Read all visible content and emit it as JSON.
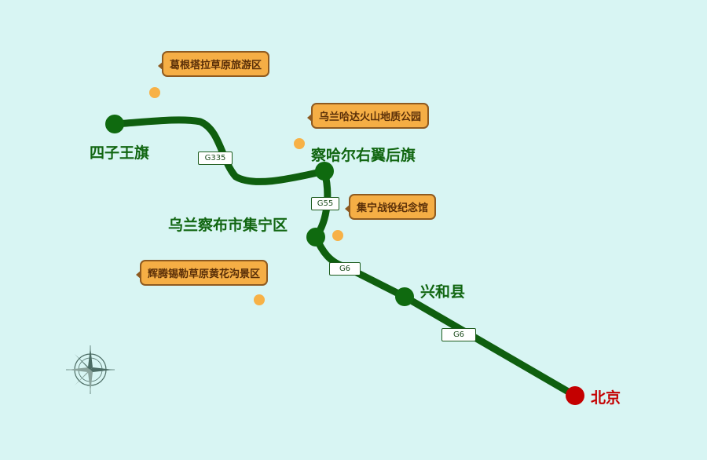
{
  "colors": {
    "background": "#d8f5f3",
    "route": "#0f5f0f",
    "city_node": "#0f6a0f",
    "capital_node": "#c40000",
    "poi": "#f7b146",
    "callout_fill": "#f5ae45",
    "callout_border": "#8e5a20"
  },
  "cities": [
    {
      "id": "siziwang",
      "label": "四子王旗"
    },
    {
      "id": "chahar",
      "label": "察哈尔右翼后旗"
    },
    {
      "id": "jining",
      "label": "乌兰察布市集宁区"
    },
    {
      "id": "xinghe",
      "label": "兴和县"
    },
    {
      "id": "beijing",
      "label": "北京"
    }
  ],
  "roads": [
    {
      "id": "g335",
      "label": "G335"
    },
    {
      "id": "g55",
      "label": "G55"
    },
    {
      "id": "g6a",
      "label": "G6"
    },
    {
      "id": "g6b",
      "label": "G6"
    }
  ],
  "attractions": [
    {
      "id": "gegentala",
      "label": "葛根塔拉草原旅游区"
    },
    {
      "id": "wulanhada",
      "label": "乌兰哈达火山地质公园"
    },
    {
      "id": "jining_memorial",
      "label": "集宁战役纪念馆"
    },
    {
      "id": "huitengxile",
      "label": "辉腾锡勒草原黄花沟景区"
    }
  ],
  "compass": {
    "icon": "compass-rose-icon"
  }
}
